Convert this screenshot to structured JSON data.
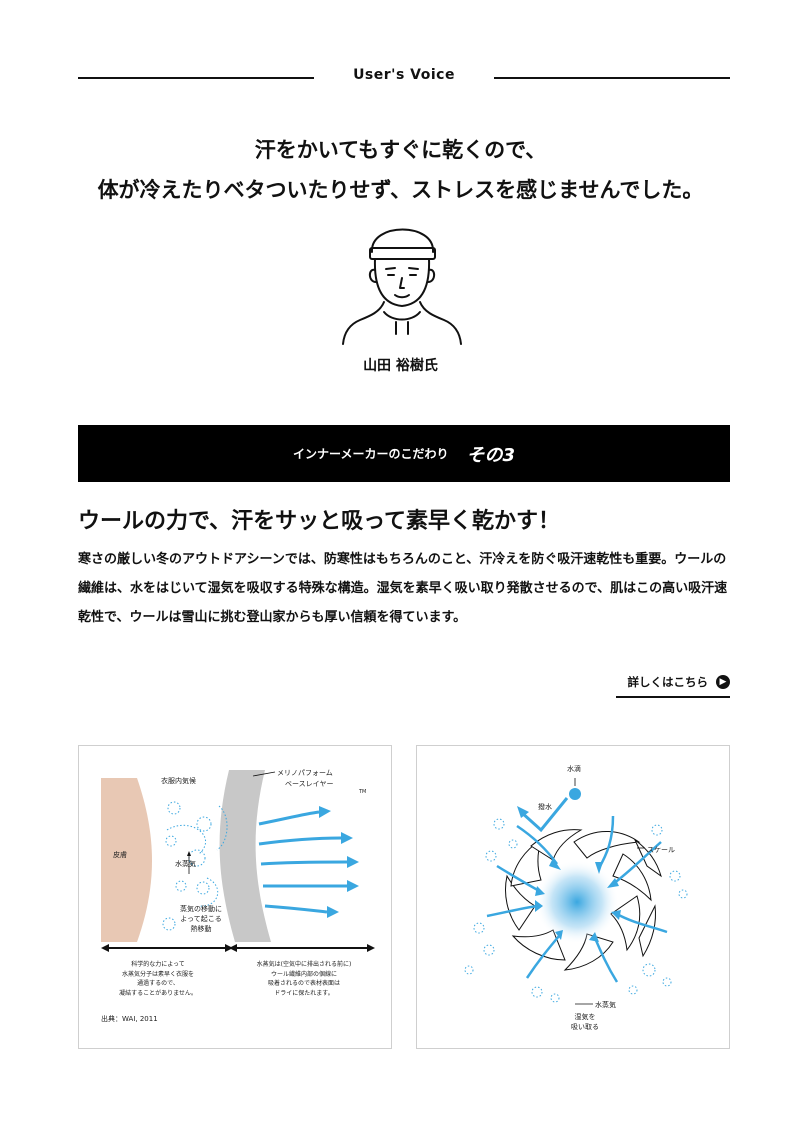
{
  "user_voice": {
    "label": "User's Voice",
    "headline_1": "汗をかいてもすぐに乾くので、",
    "headline_2": "体が冷えたりベタついたりせず、ストレスを感じませんでした。",
    "speaker_name": "山田 裕樹氏"
  },
  "banner": {
    "text": "インナーメーカーのこだわり",
    "number": "その3"
  },
  "section": {
    "title": "ウールの力で、汗をサッと吸って素早く乾かす！",
    "body": "寒さの厳しい冬のアウトドアシーンでは、防寒性はもちろんのこと、汗冷えを防ぐ吸汗速乾性も重要。ウールの繊維は、水をはじいて湿気を吸収する特殊な構造。湿気を素早く吸い取り発散させるので、肌はこの高い吸汗速乾性で、ウールは雪山に挑む登山家からも厚い信頼を得ています。"
  },
  "link": {
    "label": "詳しくはこちら",
    "icon": "chevron-right-circle-icon"
  },
  "figure_left": {
    "label_climate": "衣服内気候",
    "label_fabric_1": "メリノパフォーム",
    "label_fabric_2": "ベースレイヤー",
    "label_tm": "TM",
    "label_skin": "皮膚",
    "label_vapor": "水蒸気",
    "label_move_1": "蒸気の移動に",
    "label_move_2": "よって起こる",
    "label_move_3": "熱移動",
    "note_left_1": "科学的な力によって",
    "note_left_2": "水蒸気分子は素早く衣服を",
    "note_left_3": "通過するので、",
    "note_left_4": "凝結することがありません。",
    "note_right_1": "水蒸気は(空気中に排出される前に)",
    "note_right_2": "ウール繊維内部の個線に",
    "note_right_3": "吸着されるので表材表面は",
    "note_right_4": "ドライに保たれます。",
    "source": "出典：WAI, 2011"
  },
  "figure_right": {
    "label_drop": "水滴",
    "label_repel": "撥水",
    "label_scale": "スケール",
    "label_vapor": "水蒸気",
    "label_absorb_1": "湿気を",
    "label_absorb_2": "吸い取る"
  },
  "colors": {
    "accent_blue": "#3aa7e0",
    "skin": "#e8c8b4",
    "fabric": "#c8c8c8",
    "black": "#000000"
  }
}
